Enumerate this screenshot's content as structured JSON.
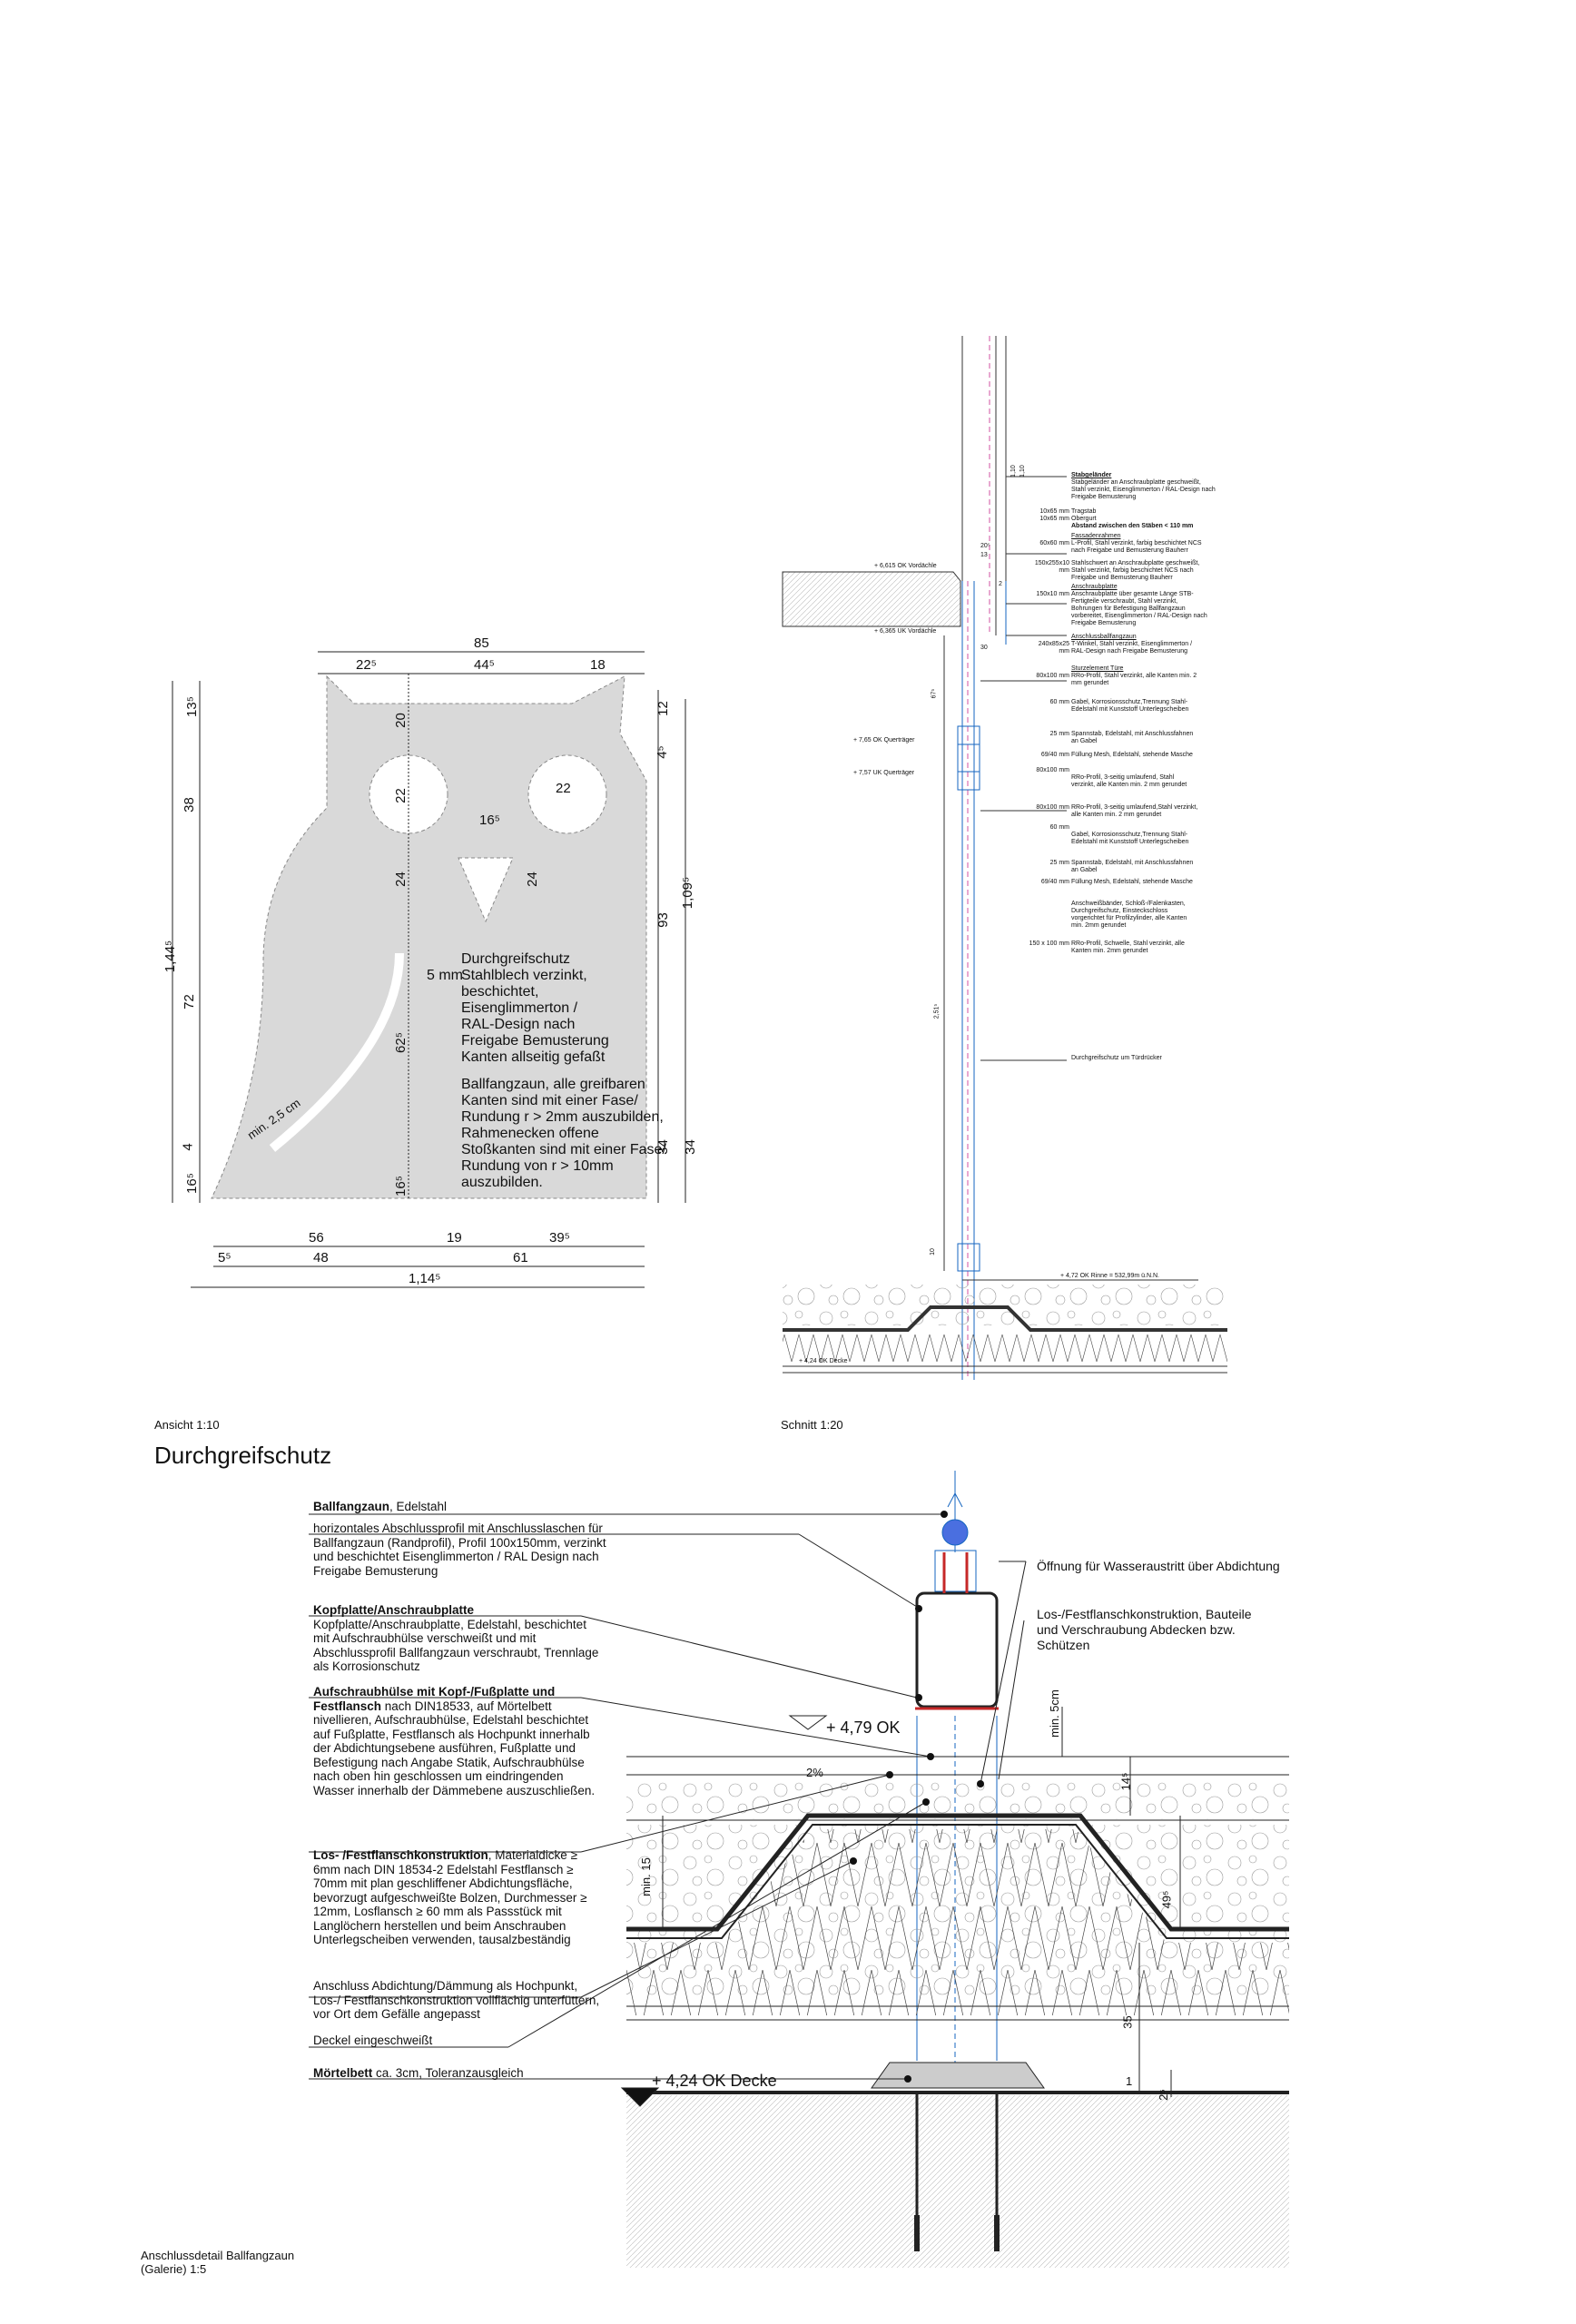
{
  "owl": {
    "title_heading": "Durchgreifschutz",
    "spec_lines": [
      "Stahlblech verzinkt,",
      "beschichtet,",
      "Eisenglimmerton /",
      "RAL-Design nach",
      "Freigabe Bemusterung",
      "Kanten allseitig gefaßt"
    ],
    "thickness": "5 mm",
    "note_lines": [
      "Ballfangzaun, alle greifbaren",
      "Kanten sind mit einer Fase/",
      "Rundung r > 2mm auszubilden,",
      "Rahmenecken offene",
      "Stoßkanten sind mit einer Fase/",
      "Rundung von r > 10mm",
      "auszubilden."
    ],
    "slot_label": "min. 2,5 cm",
    "dims_top": {
      "overall": "85",
      "a": "22⁵",
      "b": "44⁵",
      "c": "18"
    },
    "dims_left": {
      "a": "13⁵",
      "b": "38",
      "c": "72",
      "d": "4",
      "e": "16⁵",
      "overall": "1,44⁵"
    },
    "dims_inner": {
      "a": "20",
      "b": "22",
      "c": "24",
      "d": "62⁵",
      "e": "16⁵",
      "eye": "22",
      "beak_w": "16⁵",
      "beak_h": "24"
    },
    "dims_right": {
      "a": "12",
      "b": "4⁵",
      "c": "93",
      "d": "34",
      "e": "34",
      "overall": "1,09⁵"
    },
    "dims_bottom": {
      "a": "56",
      "b": "19",
      "c": "39⁵",
      "d": "5⁵",
      "e": "48",
      "f": "61",
      "overall": "1,14⁵"
    },
    "caption": "Ansicht 1:10"
  },
  "section": {
    "caption": "Schnitt 1:20",
    "levels": [
      "+ 6,615 OK Vordächle",
      "+ 6,365 UK Vordächle",
      "+ 7,65 OK Querträger",
      "+ 7,57 UK Querträger",
      "+ 4,72 OK Rinne = 532,99m ü.N.N.",
      "+ 4,24 OK Decke"
    ],
    "side_dims": [
      "20⁵",
      "13",
      "2",
      "30",
      "67⁵",
      "2,51⁵",
      "10",
      "1,10",
      "1,10"
    ],
    "notes": [
      {
        "head": "Stabgeländer",
        "mm": "",
        "text": "Stabgeländer an Anschraubplatte geschweißt, Stahl verzinkt, Eisenglimmerton / RAL-Design nach Freigabe Bemusterung"
      },
      {
        "head": "",
        "mm": "10x65 mm",
        "text": "Tragstab"
      },
      {
        "head": "",
        "mm": "10x65 mm",
        "text": "Obergurt"
      },
      {
        "head": "",
        "mm": "",
        "text": "Abstand zwischen den Stäben < 110 mm"
      },
      {
        "head": "Fassadenrahmen",
        "mm": "60x60 mm",
        "text": "L-Profil, Stahl verzinkt, farbig beschichtet NCS nach Freigabe und Bemusterung Bauherr"
      },
      {
        "head": "",
        "mm": "150x255x10 mm",
        "text": "Stahlschwert an Anschraubplatte geschweißt, Stahl verzinkt, farbig beschichtet NCS nach Freigabe und Bemusterung Bauherr"
      },
      {
        "head": "Anschraubplatte",
        "mm": "150x10 mm",
        "text": "Anschraubplatte über gesamte Länge STB-Fertigteile verschraubt, Stahl verzinkt, Bohrungen für Befestigung Ballfangzaun vorbereitet, Eisenglimmerton / RAL-Design nach Freigabe Bemusterung"
      },
      {
        "head": "Anschlussballfangzaun",
        "mm": "240x85x25 mm",
        "text": "T-Winkel, Stahl verzinkt, Eisenglimmerton / RAL-Design nach Freigabe Bemusterung"
      },
      {
        "head": "Sturzelement Türe",
        "mm": "80x100 mm",
        "text": "RRo-Profil, Stahl verzinkt, alle Kanten min. 2 mm gerundet"
      },
      {
        "head": "",
        "mm": "60 mm",
        "text": "Gabel, Korrosionsschutz,Trennung Stahl-Edelstahl mit Kunststoff Unterlegscheiben"
      },
      {
        "head": "",
        "mm": "25 mm",
        "text": "Spannstab, Edelstahl, mit Anschlussfahnen an Gabel"
      },
      {
        "head": "",
        "mm": "69/40 mm",
        "text": "Füllung Mesh, Edelstahl, stehende Masche"
      },
      {
        "head": "",
        "mm": "80x100 mm",
        "text": "RRo-Profil, 3-seitig umlaufend, Stahl verzinkt, alle Kanten min. 2 mm gerundet"
      },
      {
        "head": "",
        "mm": "80x100 mm",
        "text": "RRo-Profil, 3-seitig umlaufend,Stahl verzinkt, alle Kanten min. 2 mm gerundet"
      },
      {
        "head": "",
        "mm": "60 mm",
        "text": "Gabel, Korrosionsschutz,Trennung Stahl-Edelstahl mit Kunststoff Unterlegscheiben"
      },
      {
        "head": "",
        "mm": "25 mm",
        "text": "Spannstab, Edelstahl, mit Anschlussfahnen an Gabel"
      },
      {
        "head": "",
        "mm": "69/40 mm",
        "text": "Füllung Mesh, Edelstahl, stehende Masche"
      },
      {
        "head": "",
        "mm": "",
        "text": "Anschweißbänder, Schloß-/Falenkasten, Durchgreifschutz, Einsteckschloss vorgerichtet für Profilzylinder, alle Kanten min. 2mm gerundet"
      },
      {
        "head": "",
        "mm": "150 x 100 mm",
        "text": "RRo-Profil, Schwelle, Stahl verzinkt, alle Kanten min. 2mm gerundet"
      },
      {
        "head": "",
        "mm": "",
        "text": "Durchgreifschutz um Türdrücker"
      }
    ]
  },
  "detail": {
    "page_title": "Durchgreifschutz",
    "caption_line1": "Anschlussdetail Ballfangzaun",
    "caption_line2": "(Galerie) 1:5",
    "level_top": "+ 4,79 OK",
    "level_bottom": "+ 4,24 OK Decke",
    "dims": {
      "a": "min. 5cm",
      "b": "14⁵",
      "c": "49⁵",
      "d": "35",
      "e": "min. 15",
      "f": "2⁵",
      "g": "1",
      "slope": "2%"
    },
    "right_notes": {
      "opening": "Öffnung für Wasseraustritt über Abdichtung",
      "flange": [
        "Los-/Festflanschkonstruktion, Bauteile",
        "und Verschraubung Abdecken bzw.",
        "Schützen"
      ]
    },
    "callouts": [
      {
        "bold": "Ballfangzaun",
        "rest": ", Edelstahl"
      },
      {
        "bold": "",
        "rest": "horizontales Abschlussprofil mit Anschlusslaschen für Ballfangzaun (Randprofil), Profil 100x150mm, verzinkt und beschichtet Eisenglimmerton / RAL Design nach Freigabe Bemusterung"
      },
      {
        "bold": "Kopfplatte/Anschraubplatte",
        "rest": "Kopfplatte/Anschraubplatte, Edelstahl, beschichtet mit Aufschraubhülse verschweißt und mit Abschlussprofil Ballfangzaun verschraubt, Trennlage als Korrosionschutz"
      },
      {
        "bold": "Aufschraubhülse mit Kopf-/Fußplatte und Festflansch",
        "rest": " nach DIN18533, auf Mörtelbett nivellieren, Aufschraubhülse, Edelstahl beschichtet auf Fußplatte, Festflansch als Hochpunkt innerhalb der Abdichtungsebene ausführen, Fußplatte und Befestigung nach Angabe Statik, Aufschraubhülse nach oben hin geschlossen um eindringenden Wasser innerhalb der Dämmebene auszuschließen."
      },
      {
        "bold": "Los- /Festflanschkonstruktion",
        "rest": ", Materialdicke ≥ 6mm nach DIN 18534-2 Edelstahl Festflansch ≥ 70mm mit plan geschliffener Abdichtungsfläche, bevorzugt aufgeschweißte Bolzen, Durchmesser ≥ 12mm, Losflansch ≥ 60 mm als Passstück mit Langlöchern herstellen und beim Anschrauben Unterlegscheiben verwenden, tausalzbeständig"
      },
      {
        "bold": "",
        "rest": "Anschluss Abdichtung/Dämmung als Hochpunkt, Los-/ Festflanschkonstruktion vollflächig unterfüttern, vor Ort dem Gefälle angepasst"
      },
      {
        "bold": "",
        "rest": "Deckel eingeschweißt"
      },
      {
        "bold": "Mörtelbett",
        "rest": " ca. 3cm, Toleranzausgleich"
      }
    ]
  }
}
